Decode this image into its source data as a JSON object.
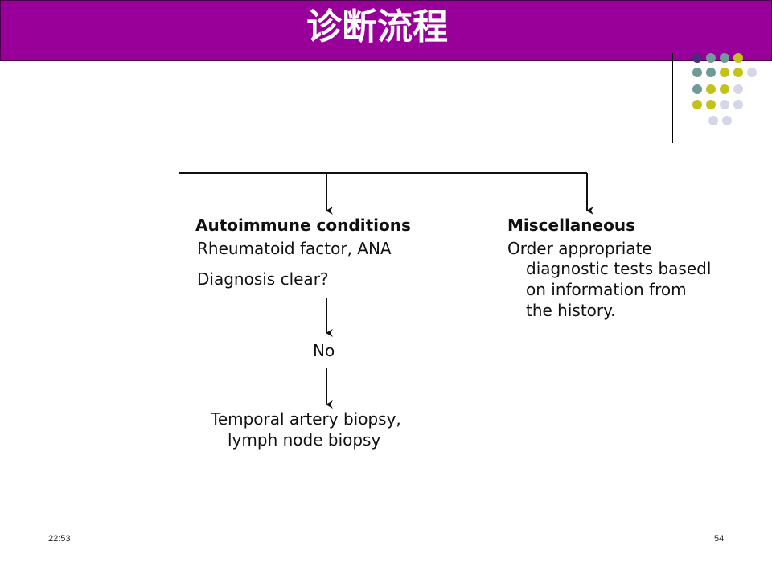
{
  "slide": {
    "title": "诊断流程",
    "time": "22:53",
    "page_number": "54"
  },
  "flow": {
    "left": {
      "heading": "Autoimmune conditions",
      "line1": "Rheumatoid factor, ANA",
      "line2": "Diagnosis clear?",
      "answer": "No",
      "result_line1": "Temporal artery biopsy,",
      "result_line2": "lymph node biopsy"
    },
    "right": {
      "heading": "Miscellaneous",
      "line1": "Order appropriate",
      "line2": "diagnostic tests basedl",
      "line3": "on information from",
      "line4": "the history."
    }
  },
  "decoration": {
    "colors": {
      "purple": "#4b2a7a",
      "teal": "#6f9a99",
      "yellow": "#c2c21a",
      "lavender": "#d6d6ea"
    },
    "rows": [
      [
        "purple",
        "teal",
        "teal",
        "yellow"
      ],
      [
        "teal",
        "teal",
        "yellow",
        "yellow",
        "lavender"
      ],
      [
        "teal",
        "yellow",
        "yellow",
        "lavender"
      ],
      [
        "yellow",
        "yellow",
        "lavender",
        "lavender"
      ],
      [
        "lavender",
        "lavender"
      ]
    ]
  }
}
